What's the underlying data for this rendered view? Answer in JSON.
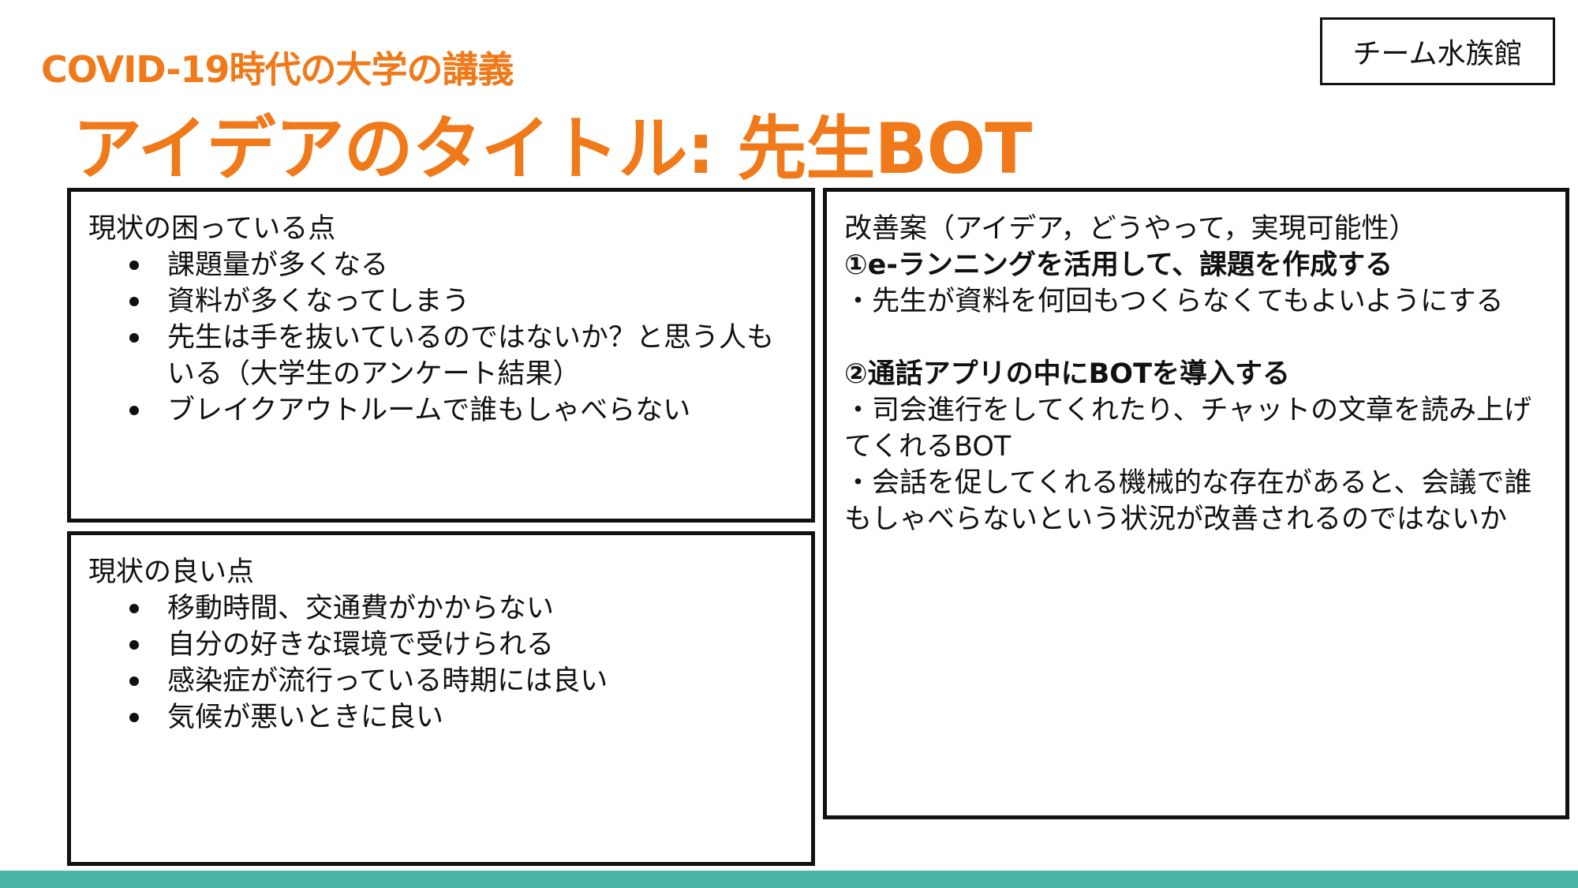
{
  "header": {
    "subtitle": "COVID-19時代の大学の講義",
    "title": "アイデアのタイトル: 先生BOT",
    "team": "チーム水族館"
  },
  "problems": {
    "heading": "現状の困っている点",
    "items": [
      "課題量が多くなる",
      "資料が多くなってしまう",
      "先生は手を抜いているのではないか？と思う人もいる（大学生のアンケート結果）",
      "ブレイクアウトルームで誰もしゃべらない"
    ]
  },
  "good_points": {
    "heading": "現状の良い点",
    "items": [
      "移動時間、交通費がかからない",
      "自分の好きな環境で受けられる",
      "感染症が流行っている時期には良い",
      "気候が悪いときに良い"
    ]
  },
  "idea": {
    "heading": "改善案（アイデア，どうやって，実現可能性）",
    "idea1_title": "①e-ランニングを活用して、課題を作成する",
    "idea1_text": "・先生が資料を何回もつくらなくてもよいようにする",
    "idea2_title": "②通話アプリの中にBOTを導入する",
    "idea2_text1": "・司会進行をしてくれたり、チャットの文章を読み上げてくれるBOT",
    "idea2_text2": "・会話を促してくれる機械的な存在があると、会議で誰もしゃべらないという状況が改善されるのではないか"
  },
  "colors": {
    "accent": "#f07a1a",
    "footer": "#4bb5aa"
  }
}
